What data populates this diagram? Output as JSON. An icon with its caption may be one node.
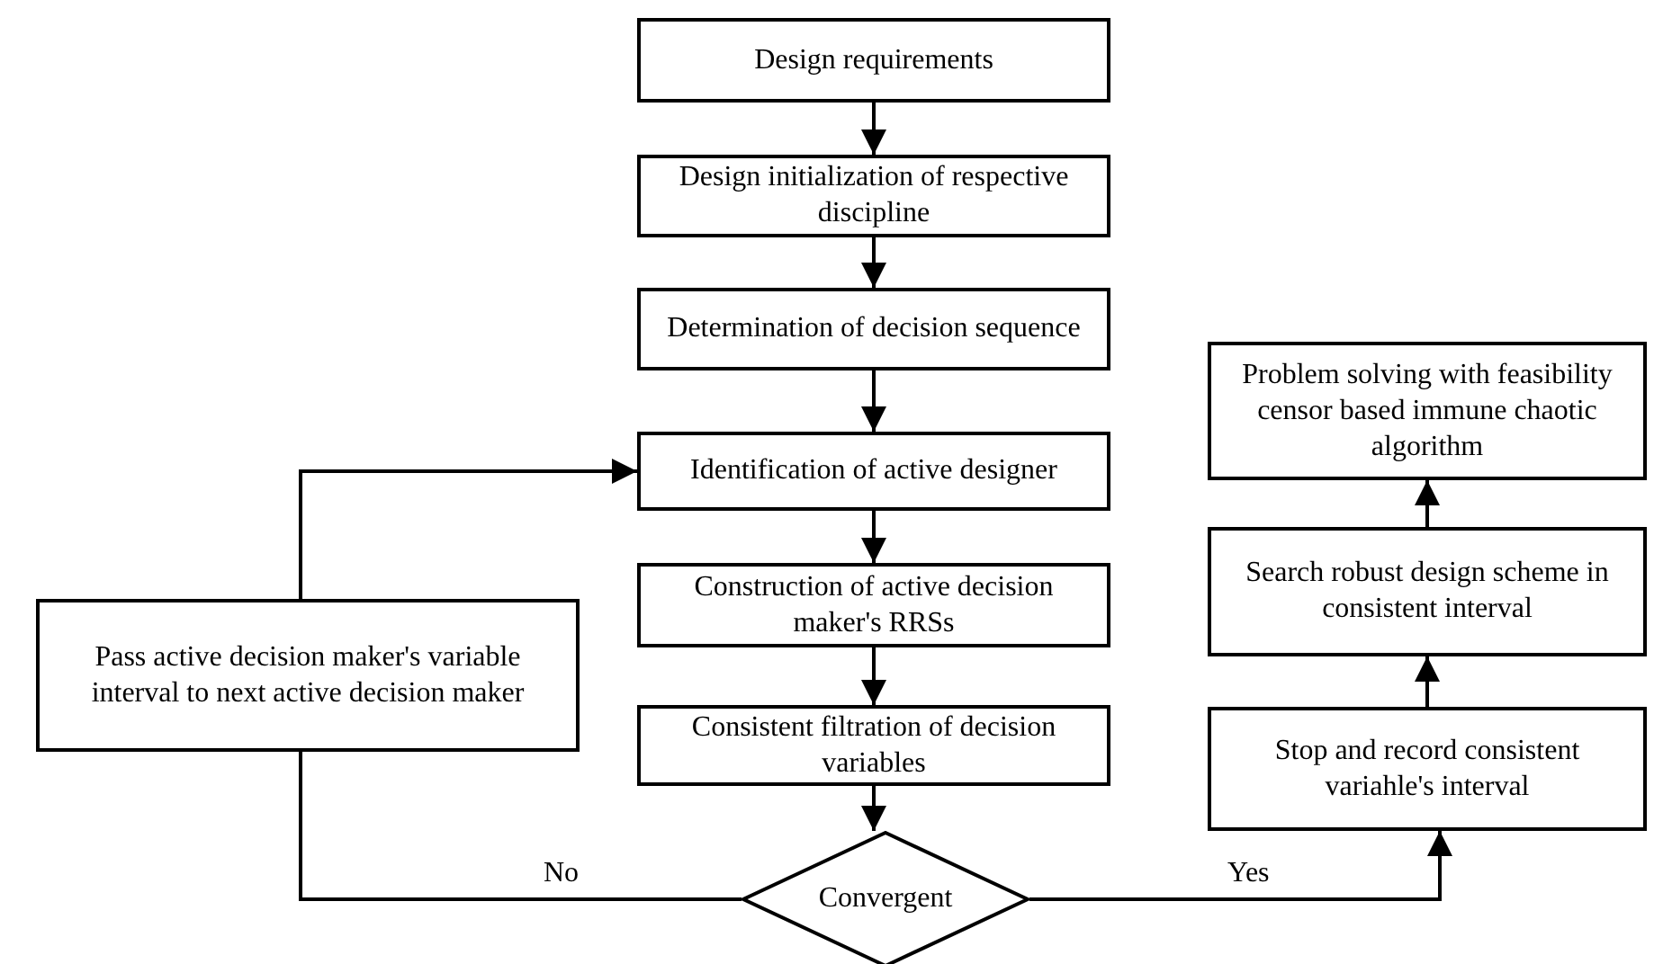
{
  "diagram": {
    "nodes": [
      {
        "text": [
          "Design requirements"
        ]
      },
      {
        "text": [
          "Design initialization of respective discipline"
        ]
      },
      {
        "text": [
          "Determination of decision sequence"
        ]
      },
      {
        "text": [
          "Identification of active designer"
        ]
      },
      {
        "text": [
          "Construction of active decision maker's RRSs"
        ]
      },
      {
        "text": [
          "Consistent filtration of decision variables"
        ]
      },
      {
        "text": [
          "Convergent"
        ]
      },
      {
        "text": [
          "Pass active decision maker's variable interval to next active decision maker"
        ]
      },
      {
        "text": [
          "Stop and record consistent variahle's interval"
        ]
      },
      {
        "text": [
          "Search robust design scheme in consistent interval"
        ]
      },
      {
        "text": [
          "Problem solving with feasibility censor based immune chaotic algorithm"
        ]
      }
    ],
    "edges": [
      {
        "from": 0,
        "to": 1,
        "arrow": "to"
      },
      {
        "from": 1,
        "to": 2,
        "arrow": "to"
      },
      {
        "from": 2,
        "to": 3,
        "arrow": "to"
      },
      {
        "from": 3,
        "to": 4,
        "arrow": "to"
      },
      {
        "from": 4,
        "to": 5,
        "arrow": "to"
      },
      {
        "from": 5,
        "to": 6,
        "arrow": "to"
      },
      {
        "from": 6,
        "to": 7,
        "arrow": "none",
        "label": "No"
      },
      {
        "from": 7,
        "to": 3,
        "arrow": "to"
      },
      {
        "from": 6,
        "to": 8,
        "arrow": "to",
        "label": "Yes"
      },
      {
        "from": 8,
        "to": 9,
        "arrow": "to"
      },
      {
        "from": 9,
        "to": 10,
        "arrow": "to"
      }
    ]
  }
}
